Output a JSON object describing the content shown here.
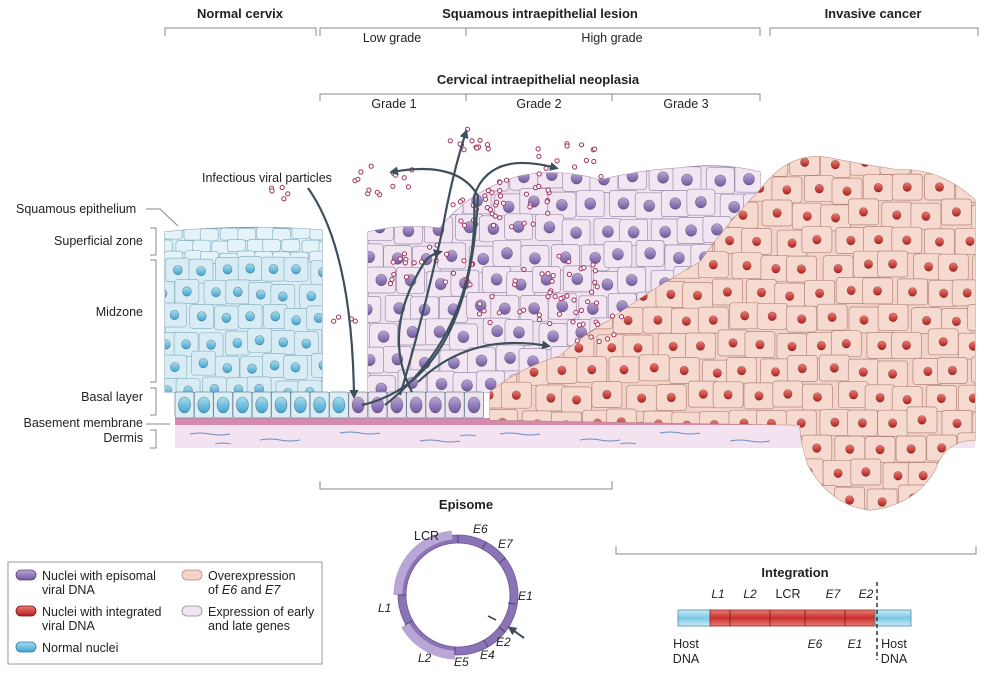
{
  "stages": {
    "normal_cervix": "Normal cervix",
    "sil": "Squamous intraepithelial lesion",
    "invasive": "Invasive cancer",
    "low_grade": "Low grade",
    "high_grade": "High grade",
    "cin": "Cervical intraepithelial neoplasia",
    "grade1": "Grade 1",
    "grade2": "Grade 2",
    "grade3": "Grade 3"
  },
  "tissue_labels": {
    "viral_particles": "Infectious viral particles",
    "squamous_epithelium": "Squamous epithelium",
    "superficial_zone": "Superficial zone",
    "midzone": "Midzone",
    "basal_layer": "Basal layer",
    "basement_membrane": "Basement membrane",
    "dermis": "Dermis"
  },
  "episome": {
    "title": "Episome",
    "genes": [
      "LCR",
      "E6",
      "E7",
      "E1",
      "E2",
      "E4",
      "E5",
      "L2",
      "L1"
    ]
  },
  "integration": {
    "title": "Integration",
    "top_genes": [
      "L1",
      "L2",
      "LCR",
      "E7",
      "E2"
    ],
    "bottom_genes": [
      "E6",
      "E1"
    ],
    "host_left": [
      "Host",
      "DNA"
    ],
    "host_right": [
      "Host",
      "DNA"
    ]
  },
  "legend": {
    "episomal": [
      "Nuclei with episomal",
      "viral DNA"
    ],
    "integrated": [
      "Nuclei with integrated",
      "viral DNA"
    ],
    "normal": "Normal nuclei",
    "overexpression_pre": "Overexpression",
    "overexpression_of": "of ",
    "overexpression_e6": "E6",
    "overexpression_and": " and ",
    "overexpression_e7": "E7",
    "expression": [
      "Expression of early",
      "and late genes"
    ]
  },
  "colors": {
    "normal_cell": "#dbeef5",
    "normal_nucleus": "#5fb9dd",
    "lesion_cell": "#efe3ef",
    "episomal_nucleus": "#8b74b5",
    "cancer_cell": "#f4d3c9",
    "integrated_nucleus": "#c9302c",
    "basement_membrane": "#d58aae",
    "dermis": "#f3e2ef",
    "arrow": "#3d4f5c"
  }
}
